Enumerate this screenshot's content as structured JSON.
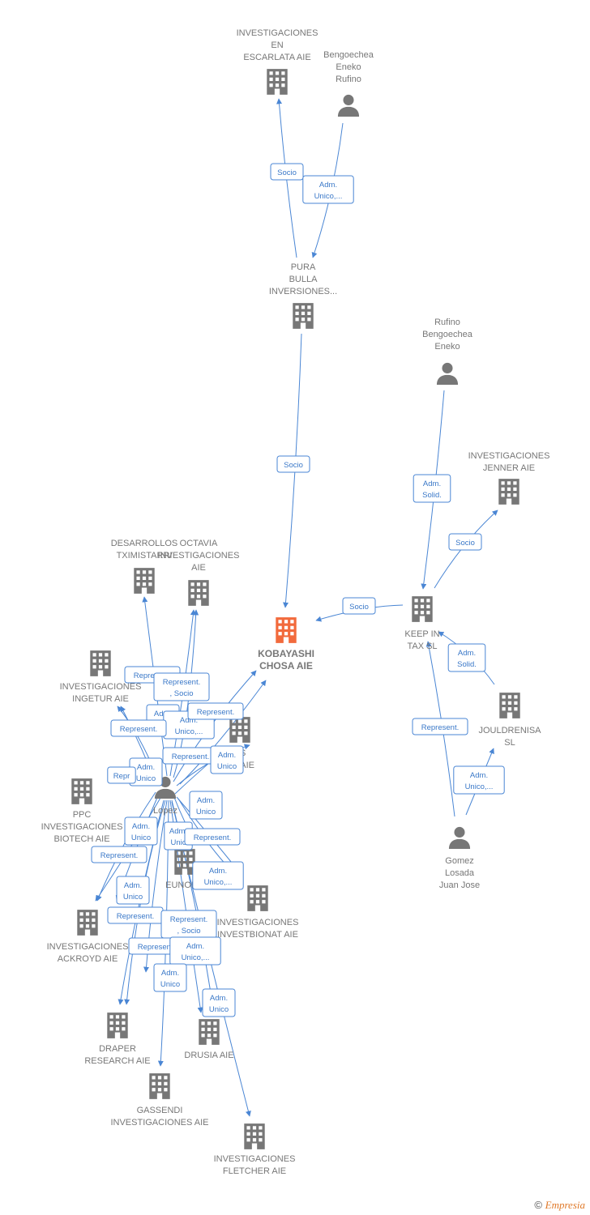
{
  "colors": {
    "edge": "#4a86d4",
    "company": "#777777",
    "company_main": "#f26a3c",
    "person": "#777777"
  },
  "nodes": [
    {
      "id": "n1",
      "type": "company",
      "lines": [
        "INVESTIGACIONES",
        "EN",
        "ESCARLATA AIE"
      ]
    },
    {
      "id": "n2",
      "type": "person",
      "lines": [
        "Bengoechea",
        "Eneko",
        "Rufino"
      ]
    },
    {
      "id": "n3",
      "type": "company",
      "lines": [
        "PURA",
        "BULLA",
        "INVERSIONES..."
      ]
    },
    {
      "id": "n4",
      "type": "person",
      "lines": [
        "Rufino",
        "Bengoechea",
        "Eneko"
      ]
    },
    {
      "id": "n5",
      "type": "company",
      "lines": [
        "INVESTIGACIONES",
        "JENNER AIE"
      ]
    },
    {
      "id": "n6",
      "type": "company",
      "main": true,
      "lines": [
        "KOBAYASHI",
        "CHOSA AIE"
      ]
    },
    {
      "id": "n7",
      "type": "company",
      "lines": [
        "KEEP IN",
        "TAX  SL"
      ]
    },
    {
      "id": "n8",
      "type": "company",
      "lines": [
        "JOULDRENISA",
        "SL"
      ]
    },
    {
      "id": "n9",
      "type": "person",
      "lines": [
        "Gomez",
        "Losada",
        "Juan Jose"
      ]
    },
    {
      "id": "n10",
      "type": "company",
      "lines": [
        "DESARROLLOS",
        "TXIMISTARRI"
      ]
    },
    {
      "id": "n11",
      "type": "company",
      "lines": [
        "OCTAVIA",
        "INVESTIGACIONES",
        "AIE"
      ]
    },
    {
      "id": "n12",
      "type": "company",
      "lines": [
        "INVESTIGACIONES",
        "INGETUR AIE"
      ]
    },
    {
      "id": "n13",
      "type": "company",
      "lines": [
        "ES",
        "CH AIE"
      ]
    },
    {
      "id": "n14",
      "type": "person",
      "lines": [
        "Lopez"
      ]
    },
    {
      "id": "n15",
      "type": "company",
      "lines": [
        "PPC",
        "INVESTIGACIONES",
        "BIOTECH  AIE"
      ]
    },
    {
      "id": "n16",
      "type": "company",
      "lines": [
        "EUNOPO"
      ]
    },
    {
      "id": "n17",
      "type": "company",
      "lines": [
        "INVESTIGACIONES",
        "INVESTBIONAT AIE"
      ]
    },
    {
      "id": "n18",
      "type": "company",
      "lines": [
        "INVESTIGACIONES",
        "ACKROYD AIE"
      ]
    },
    {
      "id": "n19",
      "type": "company",
      "lines": [
        "DRAPER",
        "RESEARCH AIE"
      ]
    },
    {
      "id": "n20",
      "type": "company",
      "lines": [
        "DRUSIA  AIE"
      ]
    },
    {
      "id": "n21",
      "type": "company",
      "lines": [
        "GASSENDI",
        "INVESTIGACIONES AIE"
      ]
    },
    {
      "id": "n22",
      "type": "company",
      "lines": [
        "INVESTIGACIONES",
        "FLETCHER AIE"
      ]
    }
  ],
  "edges": [
    {
      "from": "n3",
      "to": "n1",
      "lines": [
        "Socio"
      ]
    },
    {
      "from": "n2",
      "to": "n3",
      "lines": [
        "Adm.",
        "Unico,..."
      ]
    },
    {
      "from": "n3",
      "to": "n6",
      "lines": [
        "Socio"
      ]
    },
    {
      "from": "n4",
      "to": "n7",
      "lines": [
        "Adm.",
        "Solid."
      ]
    },
    {
      "from": "n7",
      "to": "n5",
      "lines": [
        "Socio"
      ]
    },
    {
      "from": "n7",
      "to": "n6",
      "lines": [
        "Socio"
      ]
    },
    {
      "from": "n8",
      "to": "n7",
      "lines": [
        "Adm.",
        "Solid."
      ]
    },
    {
      "from": "n9",
      "to": "n7",
      "lines": [
        "Represent."
      ]
    },
    {
      "from": "n9",
      "to": "n8",
      "lines": [
        "Adm.",
        "Unico,..."
      ]
    },
    {
      "from": "n14",
      "to": "n10",
      "lines": [
        "Represent."
      ]
    },
    {
      "from": "n14",
      "to": "n11",
      "lines": [
        "Represent.",
        ", Socio"
      ]
    },
    {
      "from": "n14",
      "to": "n12",
      "lines": [
        "Adm.",
        "Unico"
      ]
    },
    {
      "from": "n14",
      "to": "n11",
      "lines": [
        "Adm.",
        "Unico,..."
      ]
    },
    {
      "from": "n14",
      "to": "n6",
      "lines": [
        "Represent."
      ]
    },
    {
      "from": "n14",
      "to": "n12",
      "lines": [
        "Represent."
      ]
    },
    {
      "from": "n14",
      "to": "n13",
      "lines": [
        "Represent."
      ]
    },
    {
      "from": "n14",
      "to": "n6",
      "lines": [
        "Adm.",
        "Unico"
      ]
    },
    {
      "from": "n14",
      "to": "n15",
      "lines": [
        "Adm.",
        "Unico"
      ]
    },
    {
      "from": "n14",
      "to": "n12",
      "lines": [
        "Repr"
      ]
    },
    {
      "from": "n14",
      "to": "n13",
      "lines": [
        "Adm.",
        "Unico"
      ]
    },
    {
      "from": "n14",
      "to": "n15",
      "lines": [
        "Adm.",
        "Unico"
      ]
    },
    {
      "from": "n14",
      "to": "n17",
      "lines": [
        "Adm.",
        "Unic"
      ]
    },
    {
      "from": "n14",
      "to": "n17",
      "lines": [
        "Represent."
      ]
    },
    {
      "from": "n14",
      "to": "n18",
      "lines": [
        "Represent."
      ]
    },
    {
      "from": "n14",
      "to": "n17",
      "lines": [
        "Adm.",
        "Unico,..."
      ]
    },
    {
      "from": "n14",
      "to": "n18",
      "lines": [
        "Adm.",
        "Unico"
      ]
    },
    {
      "from": "n14",
      "to": "n19",
      "lines": [
        "Represent."
      ]
    },
    {
      "from": "n14",
      "to": "n20",
      "lines": [
        "Represent.",
        ", Socio"
      ]
    },
    {
      "from": "n14",
      "to": "n19",
      "lines": [
        "Represent."
      ]
    },
    {
      "from": "n14",
      "to": "n20",
      "lines": [
        "Adm.",
        "Unico,..."
      ]
    },
    {
      "from": "n14",
      "to": "n21",
      "lines": [
        "Adm.",
        "Unico"
      ]
    },
    {
      "from": "n14",
      "to": "n22",
      "lines": [
        "Adm.",
        "Unico"
      ]
    }
  ],
  "copyright": {
    "symbol": "©",
    "brand": "Empresia"
  }
}
